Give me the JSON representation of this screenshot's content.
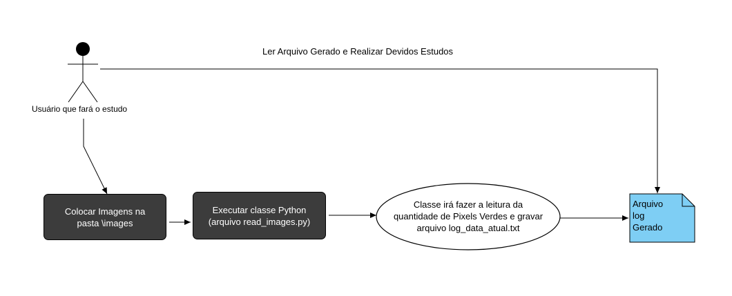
{
  "actor": {
    "label": "Usuário que fará o estudo"
  },
  "edges": {
    "read_label": "Ler Arquivo Gerado e Realizar Devidos Estudos"
  },
  "nodes": {
    "step1": {
      "line1": "Colocar Imagens na",
      "line2": "pasta \\images"
    },
    "step2": {
      "line1": "Executar classe Python",
      "line2": "(arquivo read_images.py)"
    },
    "process": {
      "line1": "Classe irá fazer a leitura da",
      "line2": "quantidade de Pixels Verdes e gravar",
      "line3": "arquivo log_data_atual.txt"
    },
    "log_file": {
      "line1": "Arquivo",
      "line2": "log",
      "line3": "Gerado"
    }
  },
  "colors": {
    "dark_box": "#3c3c3c",
    "document": "#7ecef4",
    "stroke": "#000000"
  }
}
